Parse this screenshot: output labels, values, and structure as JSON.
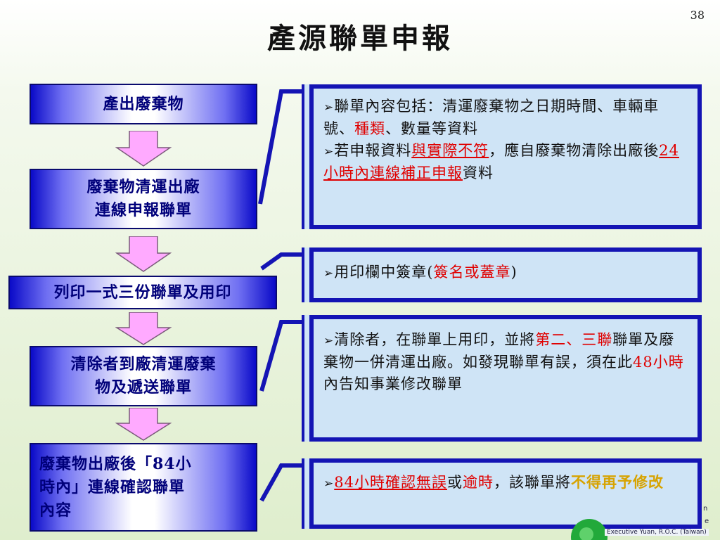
{
  "slide": {
    "title": "產源聯單申報",
    "page_number": "38"
  },
  "steps": [
    {
      "lines": [
        "產出廢棄物"
      ]
    },
    {
      "lines": [
        "廢棄物清運出廠",
        "連線申報聯單"
      ]
    },
    {
      "lines": [
        "列印一式三份聯單及用印"
      ]
    },
    {
      "lines": [
        "清除者到廠清運廢棄",
        "物及遞送聯單"
      ]
    },
    {
      "lines": [
        "廢棄物出廠後「84小",
        "時內」連線確認聯單",
        "內容"
      ]
    }
  ],
  "notes": {
    "n1": {
      "bullet": "➢",
      "p1_a": "聯單內容包括：清運廢棄物之日期時間、車輛車號、",
      "p1_red": "種類",
      "p1_b": "、數量等資料",
      "p2_a": "若申報資料",
      "p2_red": "與實際不符",
      "p2_b": "，應自廢棄物清除出廠後",
      "p2_red2": "24小時內連線補正申報",
      "p2_c": "資料"
    },
    "n2": {
      "bullet": "➢",
      "a": "用印欄中簽章(",
      "red": "簽名或蓋章",
      "b": ")"
    },
    "n3": {
      "bullet": "➢",
      "a": "清除者，在聯單上用印，並將",
      "red": "第二、三聯",
      "b": "聯單及廢棄物一併清運出廠。如發現聯單有誤，須在此",
      "red2": "48小時",
      "c": "內告知事業修改聯單"
    },
    "n4": {
      "bullet": "➢",
      "red": "84小時確認無誤",
      "a": "或",
      "red2": "逾時",
      "b": "，該聯單將",
      "gold": "不得再予修改"
    }
  },
  "logo": {
    "caption": "Executive Yuan, R.O.C. (Taiwan)",
    "frag_top": "n",
    "frag_mid": "e"
  },
  "colors": {
    "step_border": "#0a0a6e",
    "step_gradient_edge": "#0a0ac8",
    "step_text": "#00007a",
    "arrow_fill": "#ffaaff",
    "note_fill": "#cfe4f6",
    "note_border": "#1414b4",
    "highlight_red": "#e00000",
    "highlight_gold": "#d7a300"
  }
}
